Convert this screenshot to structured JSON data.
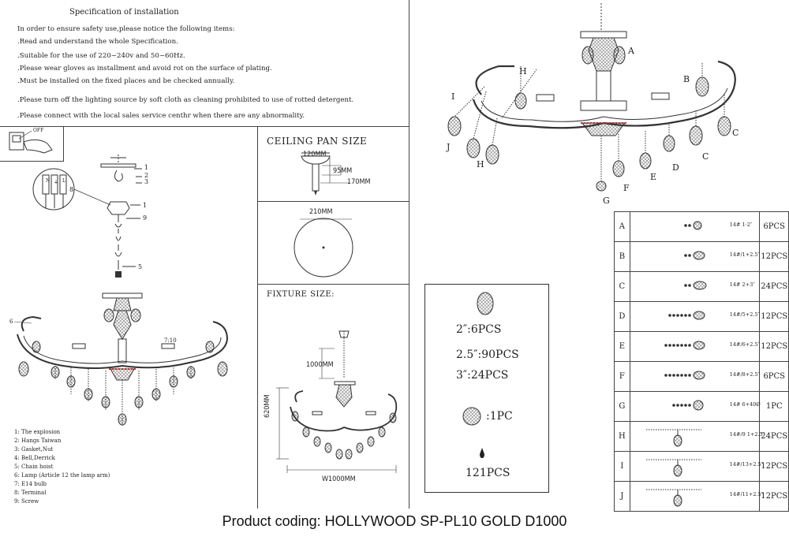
{
  "spec": {
    "title": "Specification of installation",
    "lines": [
      "In order to ensure safety use,please notice the following items:",
      ".Read and understand the whole Specification.",
      ".Suitable for the use of 220~240v and 50~60Hz.",
      ".Please wear gloves as installment and avoid rot on the surface of plating.",
      ".Must be installed on the fixed places and be checked annually.",
      ".Please turn off the lighting source by soft cloth as cleaning prohibited to use of rotted detergent.",
      ".Please connect with the local sales service centhr when there are any abnormality."
    ]
  },
  "switch_label": "OFF",
  "install_numbers": [
    "1",
    "2",
    "3",
    "8",
    "1",
    "9",
    "5",
    "6",
    "7:10"
  ],
  "legend": [
    "1: The explosion",
    "2: Hangs Taiwan",
    "3: Gasket,Nut",
    "4: Bell,Derrick",
    "5: Chain hoist",
    "6: Lamp (Article 12 the lamp arm)",
    "7: E14 bulb",
    "8: Terminal",
    "9: Screw"
  ],
  "terminal_letters": [
    "N",
    "⏚",
    "L"
  ],
  "ceiling_pan": {
    "title": "CEILING PAN SIZE",
    "width": "120MM",
    "h1": "95MM",
    "h2": "170MM",
    "diameter": "210MM"
  },
  "fixture": {
    "title": "FIXTURE SIZE:",
    "chain": "1000MM",
    "height": "620MM",
    "width": "W1000MM"
  },
  "counts": {
    "l1": "2″:6PCS",
    "l2": "2.5″:90PCS",
    "l3": "3″:24PCS",
    "l4": ":1PC",
    "l5": "121PCS"
  },
  "main_labels": [
    "A",
    "B",
    "C",
    "C",
    "D",
    "E",
    "F",
    "G",
    "H",
    "H",
    "I",
    "J"
  ],
  "parts": [
    {
      "letter": "A",
      "spec": "14# 1·2″",
      "pcs": "6PCS"
    },
    {
      "letter": "B",
      "spec": "14#/1+2.5″",
      "pcs": "12PCS"
    },
    {
      "letter": "C",
      "spec": "14# 2+3″",
      "pcs": "24PCS"
    },
    {
      "letter": "D",
      "spec": "14#/5+2.5″",
      "pcs": "12PCS"
    },
    {
      "letter": "E",
      "spec": "14#/6+2.5″",
      "pcs": "12PCS"
    },
    {
      "letter": "F",
      "spec": "14#/8+2.5″",
      "pcs": "6PCS"
    },
    {
      "letter": "G",
      "spec": "14# 6+40Ø",
      "pcs": "1PC"
    },
    {
      "letter": "H",
      "spec": "14#/9 1+2.5″",
      "pcs": "24PCS"
    },
    {
      "letter": "I",
      "spec": "14#/13+2.5″",
      "pcs": "12PCS"
    },
    {
      "letter": "J",
      "spec": "14#/11+2.5″",
      "pcs": "12PCS"
    }
  ],
  "caption": "Product coding: HOLLYWOOD SP-PL10 GOLD D1000"
}
